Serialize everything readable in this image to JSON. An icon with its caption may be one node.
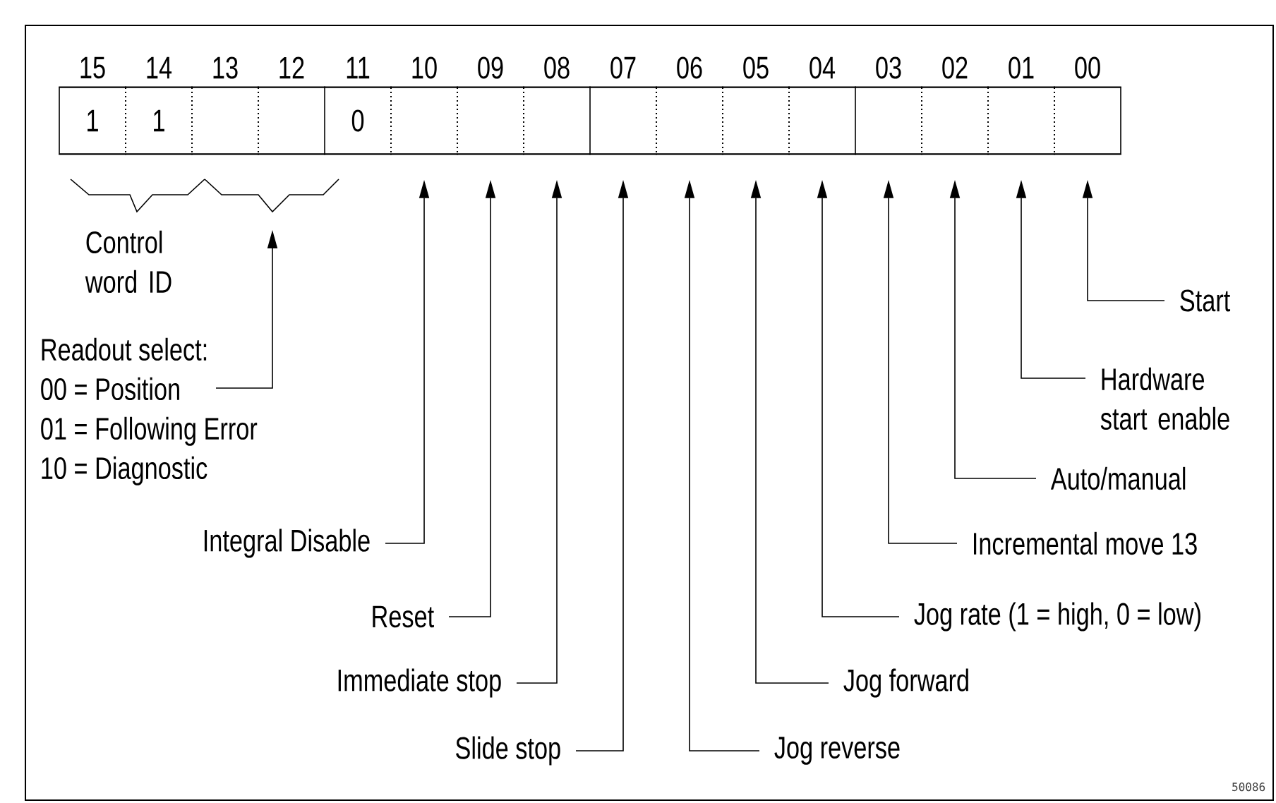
{
  "diagram": {
    "nodes": [
      {
        "text": [
          "1"
        ],
        "beside": [
          "15"
        ]
      },
      {
        "text": [
          "1"
        ],
        "beside": [
          "14"
        ]
      },
      {
        "text": [],
        "shape": "box",
        "beside": [
          "13"
        ]
      },
      {
        "text": [],
        "shape": "box",
        "beside": [
          "12"
        ]
      },
      {
        "text": [
          "0"
        ],
        "beside": [
          "11"
        ]
      },
      {
        "text": [],
        "shape": "box",
        "beside": [
          "10"
        ]
      },
      {
        "text": [],
        "shape": "box",
        "beside": [
          "09"
        ]
      },
      {
        "text": [],
        "shape": "box",
        "beside": [
          "08"
        ]
      },
      {
        "text": [],
        "shape": "box",
        "beside": [
          "07"
        ]
      },
      {
        "text": [],
        "shape": "box",
        "beside": [
          "06"
        ]
      },
      {
        "text": [],
        "shape": "box",
        "beside": [
          "05"
        ]
      },
      {
        "text": [],
        "shape": "box",
        "beside": [
          "04"
        ]
      },
      {
        "text": [],
        "shape": "box",
        "beside": [
          "03"
        ]
      },
      {
        "text": [],
        "shape": "box",
        "beside": [
          "02"
        ]
      },
      {
        "text": [],
        "shape": "box",
        "beside": [
          "01"
        ]
      },
      {
        "text": [],
        "shape": "box",
        "beside": [
          "00"
        ]
      },
      {
        "text": [
          "Readout select:",
          "00 = Position",
          "01 = Following Error",
          "10 = Diagnostic"
        ]
      },
      {
        "text": [
          "Start"
        ]
      },
      {
        "text": [
          "Hardware start enable"
        ]
      },
      {
        "text": [
          "Auto/manual"
        ]
      },
      {
        "text": [
          "Incremental move 13"
        ]
      },
      {
        "text": [
          "Jog rate (1 = high, 0 = low)"
        ]
      },
      {
        "text": [
          "Jog forward"
        ]
      },
      {
        "text": [
          "Jog reverse"
        ]
      },
      {
        "text": [
          "Integral Disable"
        ]
      },
      {
        "text": [
          "Reset"
        ]
      },
      {
        "text": [
          "Immediate stop"
        ]
      },
      {
        "text": [
          "Slide stop"
        ]
      }
    ],
    "edges": [
      {
        "from": 16,
        "to": null,
        "arrow": "to"
      },
      {
        "from": 17,
        "to": 15,
        "arrow": "to"
      },
      {
        "from": 18,
        "to": 14,
        "arrow": "to"
      },
      {
        "from": 19,
        "to": 13,
        "arrow": "to"
      },
      {
        "from": 20,
        "to": 12,
        "arrow": "to"
      },
      {
        "from": 21,
        "to": 11,
        "arrow": "to"
      },
      {
        "from": 22,
        "to": 10,
        "arrow": "to"
      },
      {
        "from": 23,
        "to": 9,
        "arrow": "to"
      },
      {
        "from": 24,
        "to": 5,
        "arrow": "to"
      },
      {
        "from": 25,
        "to": 6,
        "arrow": "to"
      },
      {
        "from": 26,
        "to": 7,
        "arrow": "to"
      },
      {
        "from": 27,
        "to": 8,
        "arrow": "to"
      }
    ],
    "labels": [
      "Control word ID",
      "50086"
    ]
  }
}
